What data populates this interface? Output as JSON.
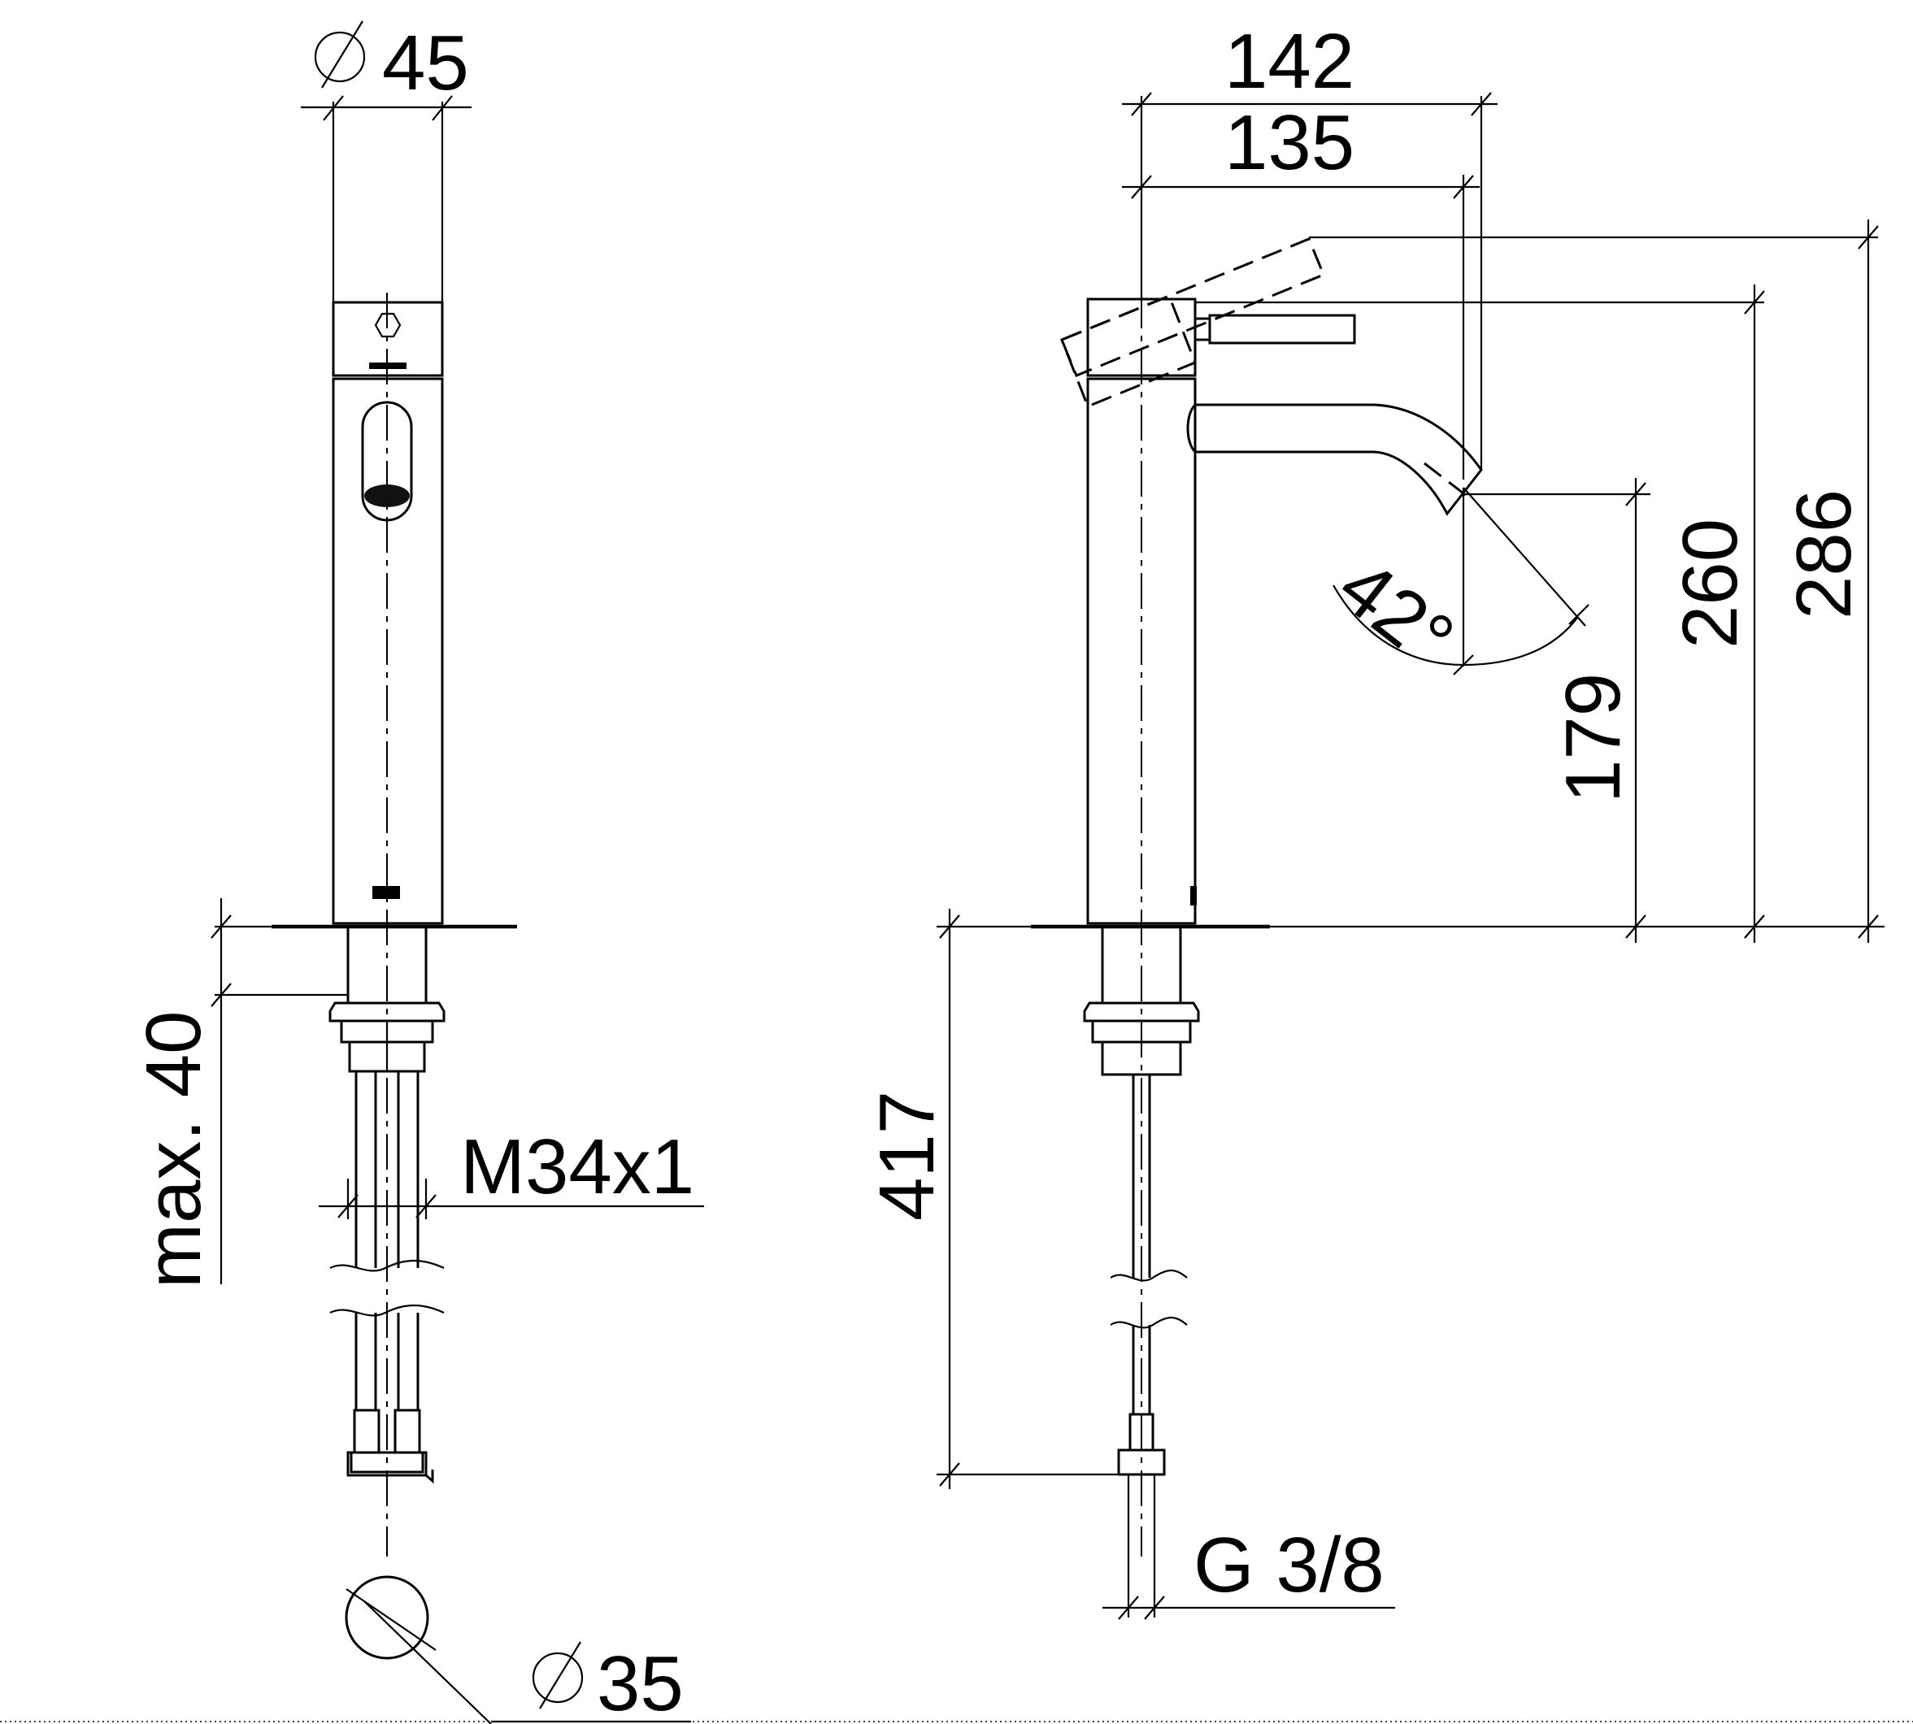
{
  "front_view": {
    "dim_top_diameter": "45",
    "dim_bottom_diameter": "35",
    "dim_mount_depth": "max. 40",
    "dim_thread": "M34x1"
  },
  "side_view": {
    "dim_width_outer": "142",
    "dim_width_inner": "135",
    "dim_height_total": "286",
    "dim_height_body": "260",
    "dim_spout_height": "179",
    "dim_lever_angle": "42°",
    "dim_below_counter": "417",
    "dim_connection": "G 3/8"
  }
}
